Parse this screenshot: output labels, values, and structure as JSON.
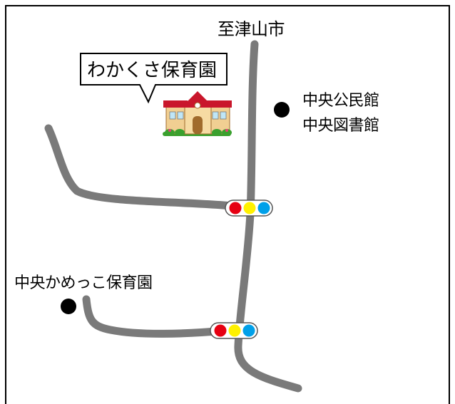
{
  "map": {
    "direction_label": "至津山市",
    "nursery_callout": "わかくさ保育園",
    "community_hall": "中央公民館",
    "central_library": "中央図書館",
    "kamekko_nursery": "中央かめっこ保育園"
  },
  "colors": {
    "road": "#7a7a7a",
    "signal_red": "#e60012",
    "signal_yellow": "#fff100",
    "signal_blue": "#00a0e9",
    "roof": "#c9162b",
    "wall": "#f1cf92",
    "bush": "#3aa02e"
  },
  "icons": [
    "nursery-building-icon",
    "traffic-signal-icon",
    "location-dot-icon"
  ]
}
